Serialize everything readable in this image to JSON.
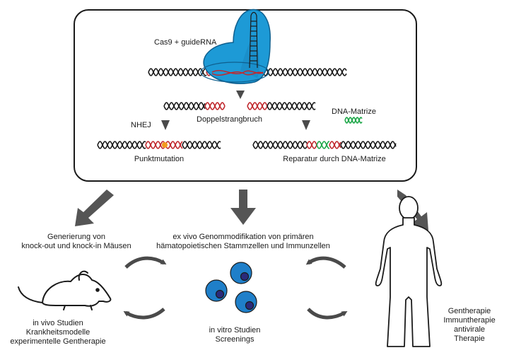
{
  "mechanism": {
    "cas9_label": "Cas9 + guideRNA",
    "dsb_label": "Doppelstrangbruch",
    "template_label": "DNA-Matrize",
    "nhej_label": "NHEJ",
    "point_mutation_label": "Punktmutation",
    "repair_label": "Reparatur durch DNA-Matrize"
  },
  "applications": {
    "mouse_title": [
      "Generierung von",
      "knock-out und knock-in Mäusen"
    ],
    "exvivo_title": [
      "ex vivo Genommodifikation von primären",
      "hämatopoietischen Stammzellen und Immunzellen"
    ],
    "mouse_caption": [
      "in vivo Studien",
      "Krankheitsmodelle",
      "experimentelle Gentherapie"
    ],
    "cells_caption": [
      "in vitro Studien",
      "Screenings"
    ],
    "human_caption": [
      "Gentherapie",
      "Immuntherapie",
      "antivirale Therapie"
    ]
  },
  "colors": {
    "dna": "#1a1a1a",
    "cut_dna": "#c0282d",
    "template_dna": "#1fa84a",
    "mutation": "#f39a1e",
    "cas9": "#1d9ad6",
    "cas9_dark": "#0f5f8e",
    "cell": "#1f7fc9",
    "nucleus": "#2a2a7a",
    "arrow": "#555555",
    "cycle_arrow": "#4a4a4a"
  }
}
